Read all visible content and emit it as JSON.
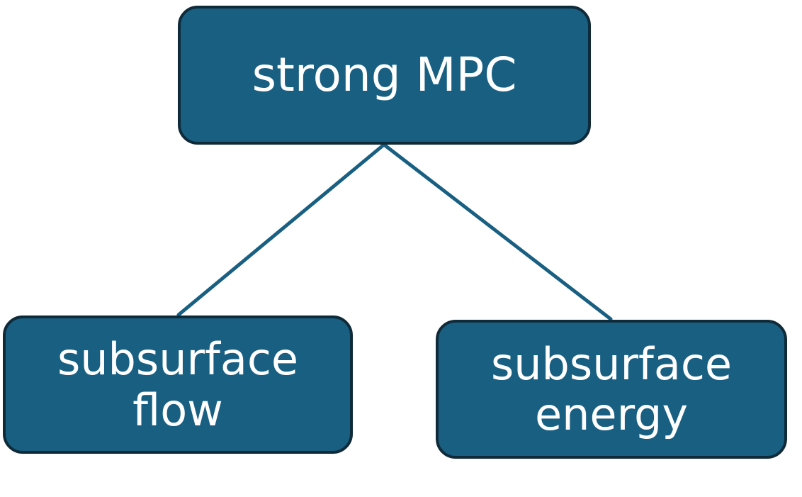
{
  "diagram": {
    "line_color": "#185f82",
    "node_fill": "#185f82",
    "node_border": "#0f2a38",
    "text_color": "#ffffff",
    "nodes": {
      "root": {
        "label": "strong MPC"
      },
      "left": {
        "label": "subsurface\nflow"
      },
      "right": {
        "label": "subsurface\nenergy"
      }
    },
    "edges": [
      {
        "from": "root",
        "to": "left"
      },
      {
        "from": "root",
        "to": "right"
      }
    ]
  }
}
